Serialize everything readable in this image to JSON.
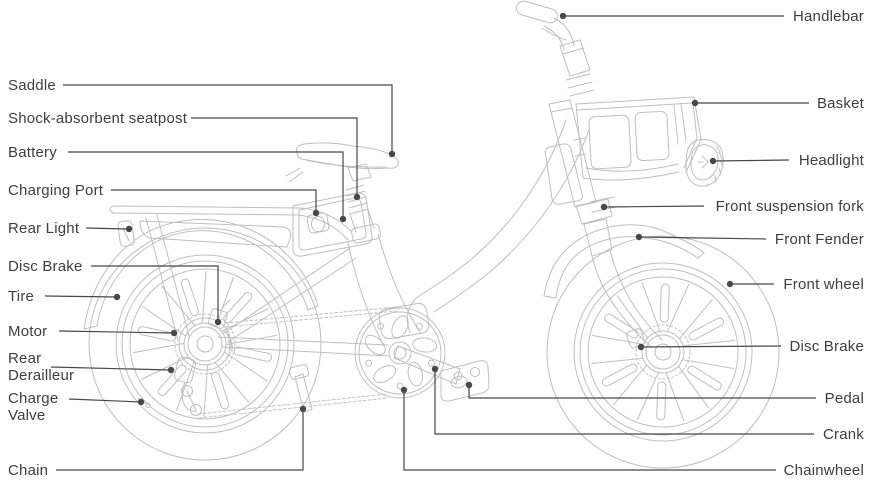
{
  "figure": {
    "type": "labeled-parts-diagram",
    "subject": "Electric cargo bicycle side view with labeled components",
    "background_color": "#ffffff",
    "artwork_line_color": "#bfbfbf",
    "leader_line_color": "#48484c",
    "label_text_color": "#3e3e42"
  },
  "labels_left": [
    {
      "text": "Saddle"
    },
    {
      "text": "Shock-absorbent seatpost"
    },
    {
      "text": "Battery"
    },
    {
      "text": "Charging Port"
    },
    {
      "text": "Rear Light"
    },
    {
      "text": "Disc Brake"
    },
    {
      "text": "Tire"
    },
    {
      "text": "Motor"
    },
    {
      "text": "Rear Derailleur"
    },
    {
      "text": "Charge Valve"
    },
    {
      "text": "Chain"
    }
  ],
  "labels_right": [
    {
      "text": "Handlebar"
    },
    {
      "text": "Basket"
    },
    {
      "text": "Headlight"
    },
    {
      "text": "Front suspension fork"
    },
    {
      "text": "Front Fender"
    },
    {
      "text": "Front wheel"
    },
    {
      "text": "Disc Brake"
    },
    {
      "text": "Pedal"
    },
    {
      "text": "Crank"
    },
    {
      "text": "Chainwheel"
    }
  ]
}
